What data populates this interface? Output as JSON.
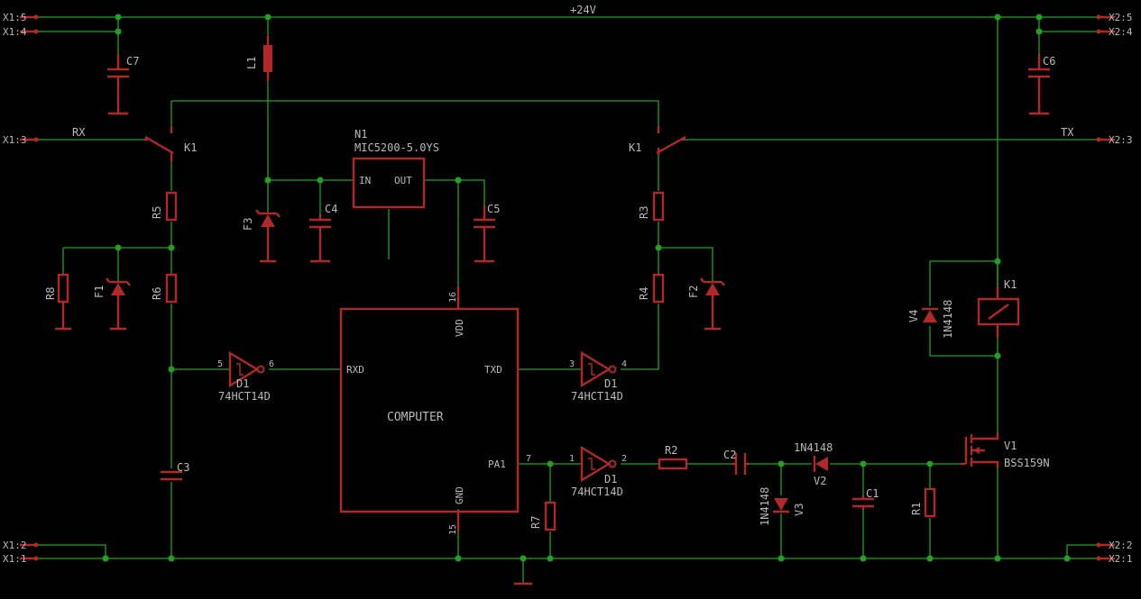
{
  "colors": {
    "background": "#000000",
    "wire": "#1fa31f",
    "component": "#b22828",
    "text": "#b9b9b9"
  },
  "connectors": {
    "x1_5": "X1:5",
    "x1_4": "X1:4",
    "x1_3": "X1:3",
    "x1_2": "X1:2",
    "x1_1": "X1:1",
    "x2_5": "X2:5",
    "x2_4": "X2:4",
    "x2_3": "X2:3",
    "x2_2": "X2:2",
    "x2_1": "X2:1"
  },
  "nets": {
    "supply": "+24V",
    "rx": "RX",
    "tx": "TX"
  },
  "parts": {
    "c1": "C1",
    "c2": "C2",
    "c3": "C3",
    "c4": "C4",
    "c5": "C5",
    "c6": "C6",
    "c7": "C7",
    "r1": "R1",
    "r2": "R2",
    "r3": "R3",
    "r4": "R4",
    "r5": "R5",
    "r6": "R6",
    "r7": "R7",
    "r8": "R8",
    "f1": "F1",
    "f2": "F2",
    "f3": "F3",
    "l1": "L1",
    "k1": "K1",
    "n1_name": "N1",
    "n1_value": "MIC5200-5.0YS",
    "n1_in": "IN",
    "n1_out": "OUT",
    "d1": "D1",
    "d1_value": "74HCT14D",
    "v1": "V1",
    "v1_value": "BSS159N",
    "v2": "V2",
    "v3": "V3",
    "v4": "V4",
    "diode_value": "1N4148"
  },
  "computer": {
    "label": "COMPUTER",
    "vdd": "VDD",
    "gnd": "GND",
    "rxd": "RXD",
    "txd": "TXD",
    "pa1": "PA1",
    "pin_vdd": "16",
    "pin_gnd": "15",
    "pin_pa1": "7"
  },
  "gate_pins": {
    "g1_in": "5",
    "g1_out": "6",
    "g2_in": "3",
    "g2_out": "4",
    "g3_in": "1",
    "g3_out": "2"
  }
}
